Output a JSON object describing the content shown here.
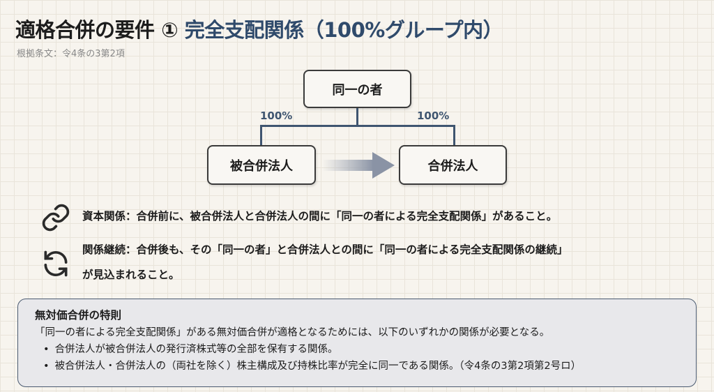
{
  "title": {
    "main": "適格合併の要件 ① ",
    "accent": "完全支配関係（100%グループ内）"
  },
  "subtitle": "根拠条文：令4条の3第2項",
  "diagram": {
    "top": "同一の者",
    "left": "被合併法人",
    "right": "合併法人",
    "left_pct": "100%",
    "right_pct": "100%"
  },
  "items": [
    {
      "icon": "link-icon",
      "lines": [
        "資本関係：合併前に、被合併法人と合併法人の間に「同一の者による完全支配関係」があること。"
      ]
    },
    {
      "icon": "refresh-icon",
      "lines": [
        "関係継続：合併後も、その「同一の者」と合併法人との間に「同一の者による完全支配関係の継続」",
        "が見込まれること。"
      ]
    }
  ],
  "note": {
    "heading": "無対価合併の特則",
    "text": "「同一の者による完全支配関係」がある無対価合併が適格となるためには、以下のいずれかの関係が必要となる。",
    "bullets": [
      "合併法人が被合併法人の発行済株式等の全部を保有する関係。",
      "被合併法人・合併法人の（両社を除く）株主構成及び持株比率が完全に同一である関係。（令4条の3第2項第2号ロ）"
    ]
  }
}
